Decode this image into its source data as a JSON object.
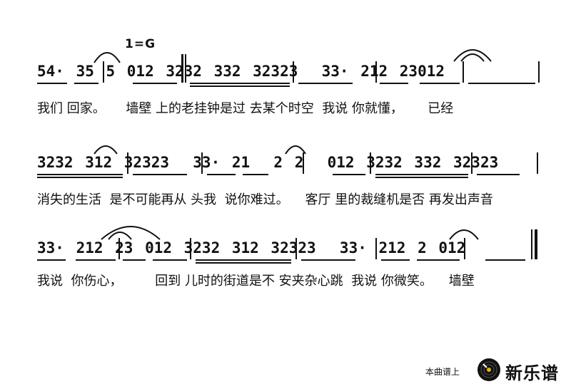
{
  "key": "1=G",
  "lines": [
    {
      "notes": "54· 35 5 012 3232 332 32323  33· 212 23012",
      "lyrics": "我们 回家。     墙壁 上的老挂钟是过 去某个时空  我说 你就懂，      已经"
    },
    {
      "notes": "3232 312 32323  33· 21  2 2  012 3232 332 32323",
      "lyrics": "消失的生活  是不可能再从 头我  说你难过。    客厅 里的裁缝机是否 再发出声音"
    },
    {
      "notes": "33· 212 23 012 3232 312 32323  33· 212 2 012",
      "lyrics": "我说  你伤心，        回到 儿时的街道是不 安夹杂心跳  我说 你微笑。    墙壁"
    }
  ],
  "footer": {
    "caption": "本曲谱上",
    "brand": "新乐谱"
  }
}
